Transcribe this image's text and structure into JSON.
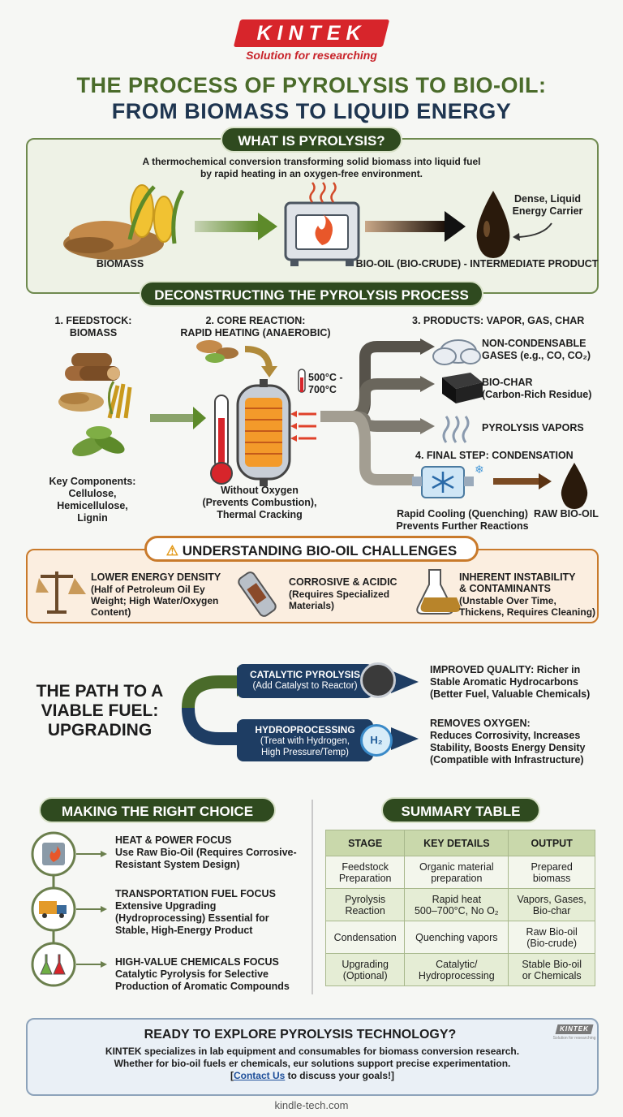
{
  "header": {
    "logo": "KINTEK",
    "tagline": "Solution for researching",
    "title_line1": "THE PROCESS OF PYROLYSIS TO BIO-OIL:",
    "title_line2": "FROM BIOMASS TO LIQUID ENERGY"
  },
  "what_is": {
    "heading": "WHAT IS PYROLYSIS?",
    "description_line1": "A thermochemical conversion transforming solid biomass into liquid fuel",
    "description_line2": "by rapid heating in an oxygen-free environment.",
    "biomass_label": "BIOMASS",
    "product_label": "BIO-OIL (BIO-CRUDE) - INTERMEDIATE PRODUCT",
    "note_line1": "Dense, Liquid",
    "note_line2": "Energy Carrier"
  },
  "deconstruct": {
    "heading": "DECONSTRUCTING THE PYROLYSIS PROCESS",
    "step1_line1": "1. FEEDSTOCK:",
    "step1_line2": "BIOMASS",
    "components_line1": "Key Components:",
    "components_line2": "Cellulose,",
    "components_line3": "Hemicellulose,",
    "components_line4": "Lignin",
    "step2_line1": "2. CORE REACTION:",
    "step2_line2": "RAPID HEATING (ANAEROBIC)",
    "temp_line1": "500°C -",
    "temp_line2": "700°C",
    "oxygen_line1": "Without Oxygen",
    "oxygen_line2": "(Prevents Combustion),",
    "oxygen_line3": "Thermal Cracking",
    "step3": "3. PRODUCTS: VAPOR, GAS, CHAR",
    "gas_line1": "NON-CONDENSABLE",
    "gas_line2": "GASES (e.g., CO, CO₂)",
    "char_line1": "BIO-CHAR",
    "char_line2": "(Carbon-Rich Residue)",
    "vapors": "PYROLYSIS VAPORS",
    "step4": "4. FINAL STEP: CONDENSATION",
    "cooling_line1": "Rapid Cooling (Quenching)",
    "cooling_line2": "Prevents Further Reactions",
    "raw_oil": "RAW BIO-OIL"
  },
  "challenges": {
    "heading": "UNDERSTANDING BIO-OIL CHALLENGES",
    "c1_title": "LOWER ENERGY DENSITY",
    "c1_line1": "(Half of Petroleum Oil Ey",
    "c1_line2": "Weight; High Water/Oxygen",
    "c1_line3": "Content)",
    "c2_title": "CORROSIVE & ACIDIC",
    "c2_line1": "(Requires Specialized",
    "c2_line2": "Materials)",
    "c3_title1": "INHERENT INSTABILITY",
    "c3_title2": "& CONTAMINANTS",
    "c3_line1": "(Unstable Over Time,",
    "c3_line2": "Thickens, Requires Cleaning)"
  },
  "upgrading": {
    "title_line1": "THE PATH TO A",
    "title_line2": "VIABLE FUEL:",
    "title_line3": "UPGRADING",
    "cat_title": "CATALYTIC PYROLYSIS",
    "cat_sub": "(Add Catalyst to Reactor)",
    "hyd_title": "HYDROPROCESSING",
    "hyd_sub1": "(Treat with Hydrogen,",
    "hyd_sub2": "High Pressure/Temp)",
    "hyd_icon": "H₂",
    "cat_out1": "IMPROVED QUALITY: Richer in",
    "cat_out2": "Stable Aromatic Hydrocarbons",
    "cat_out3": "(Better Fuel, Valuable Chemicals)",
    "hyd_out1": "REMOVES OXYGEN:",
    "hyd_out2": "Reduces Corrosivity, Increases",
    "hyd_out3": "Stability, Boosts Energy Density",
    "hyd_out4": "(Compatible with Infrastructure)"
  },
  "choice": {
    "heading": "MAKING THE RIGHT CHOICE",
    "o1_title": "HEAT & POWER FOCUS",
    "o1_line1": "Use Raw Bio-Oil (Requires Corrosive-",
    "o1_line2": "Resistant System Design)",
    "o2_title": "TRANSPORTATION FUEL FOCUS",
    "o2_line1": "Extensive Upgrading",
    "o2_line2": "(Hydroprocessing) Essential for",
    "o2_line3": "Stable, High-Energy Product",
    "o3_title": "HIGH-VALUE CHEMICALS FOCUS",
    "o3_line1": "Catalytic Pyrolysis for Selective",
    "o3_line2": "Production of Aromatic Compounds"
  },
  "summary": {
    "heading": "SUMMARY TABLE",
    "headers": [
      "STAGE",
      "KEY DETAILS",
      "OUTPUT"
    ],
    "rows": [
      [
        "Feedstock\nPreparation",
        "Organic material\npreparation",
        "Prepared\nbiomass"
      ],
      [
        "Pyrolysis\nReaction",
        "Rapid heat\n500–700°C, No O₂",
        "Vapors, Gases,\nBio-char"
      ],
      [
        "Condensation",
        "Quenching vapors",
        "Raw Bio-oil\n(Bio-crude)"
      ],
      [
        "Upgrading\n(Optional)",
        "Catalytic/\nHydroprocessing",
        "Stable Bio-oil\nor Chemicals"
      ]
    ]
  },
  "cta": {
    "title": "READY TO EXPLORE PYROLYSIS TECHNOLOGY?",
    "line1": "KINTEK specializes in lab equipment and consumables for biomass conversion research.",
    "line2": "Whether for bio-oil fuels er chemicals, eur solutions support precise experimentation.",
    "line3_pre": "[",
    "link": "Contact Us",
    "line3_post": " to discuss your goals!]",
    "mini_logo": "KINTEK",
    "mini_tag": "Solution for researching"
  },
  "footer": {
    "url": "kindle-tech.com"
  },
  "colors": {
    "brand_red": "#d7252b",
    "green": "#4a6b2a",
    "navy": "#1e3550",
    "orange": "#c97a2b"
  },
  "icons": [
    "warning-icon",
    "scale-icon",
    "pipe-icon",
    "flask-icon",
    "furnace-icon",
    "truck-icon",
    "droplet-icon",
    "cloud-icon",
    "snowflake-icon",
    "thermometer-icon",
    "reactor-icon"
  ]
}
